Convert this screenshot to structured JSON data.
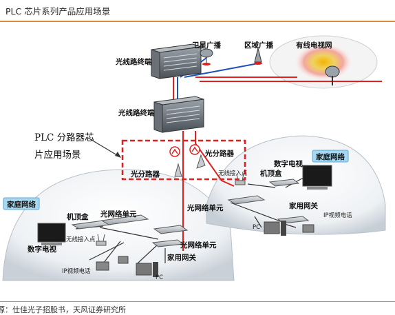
{
  "header": {
    "title": "PLC 芯片系列产品应用场景"
  },
  "footer": {
    "source": "源：仕佳光子招股书，天风证券研究所"
  },
  "diagram": {
    "olt_top": "光线路终端",
    "olt_mid": "光线路终端",
    "satellite": "卫星广播",
    "regional": "区域广播",
    "cable": "有线电视网",
    "callout_line1": "PLC 分路器芯",
    "callout_line2": "片应用场景",
    "splitter_left": "光分路器",
    "splitter_right": "光分路器",
    "home_left": "家庭网络",
    "home_right": "家庭网络",
    "left": {
      "stb": "机顶盒",
      "onu1": "光网络单元",
      "wap": "无线接入点",
      "tv": "数字电视",
      "onu2": "光网络单元",
      "gateway": "家用网关",
      "ipphone": "IP视频电话",
      "pc": "PC"
    },
    "right": {
      "tv": "数字电视",
      "stb": "机顶盒",
      "wap": "无线接入点",
      "onu": "光网络单元",
      "gateway": "家用网关",
      "pc": "PC",
      "ipphone": "IP视频电话"
    },
    "colors": {
      "fiber": "#e02020",
      "copper": "#2050c0",
      "callout_box": "#e02020"
    }
  }
}
